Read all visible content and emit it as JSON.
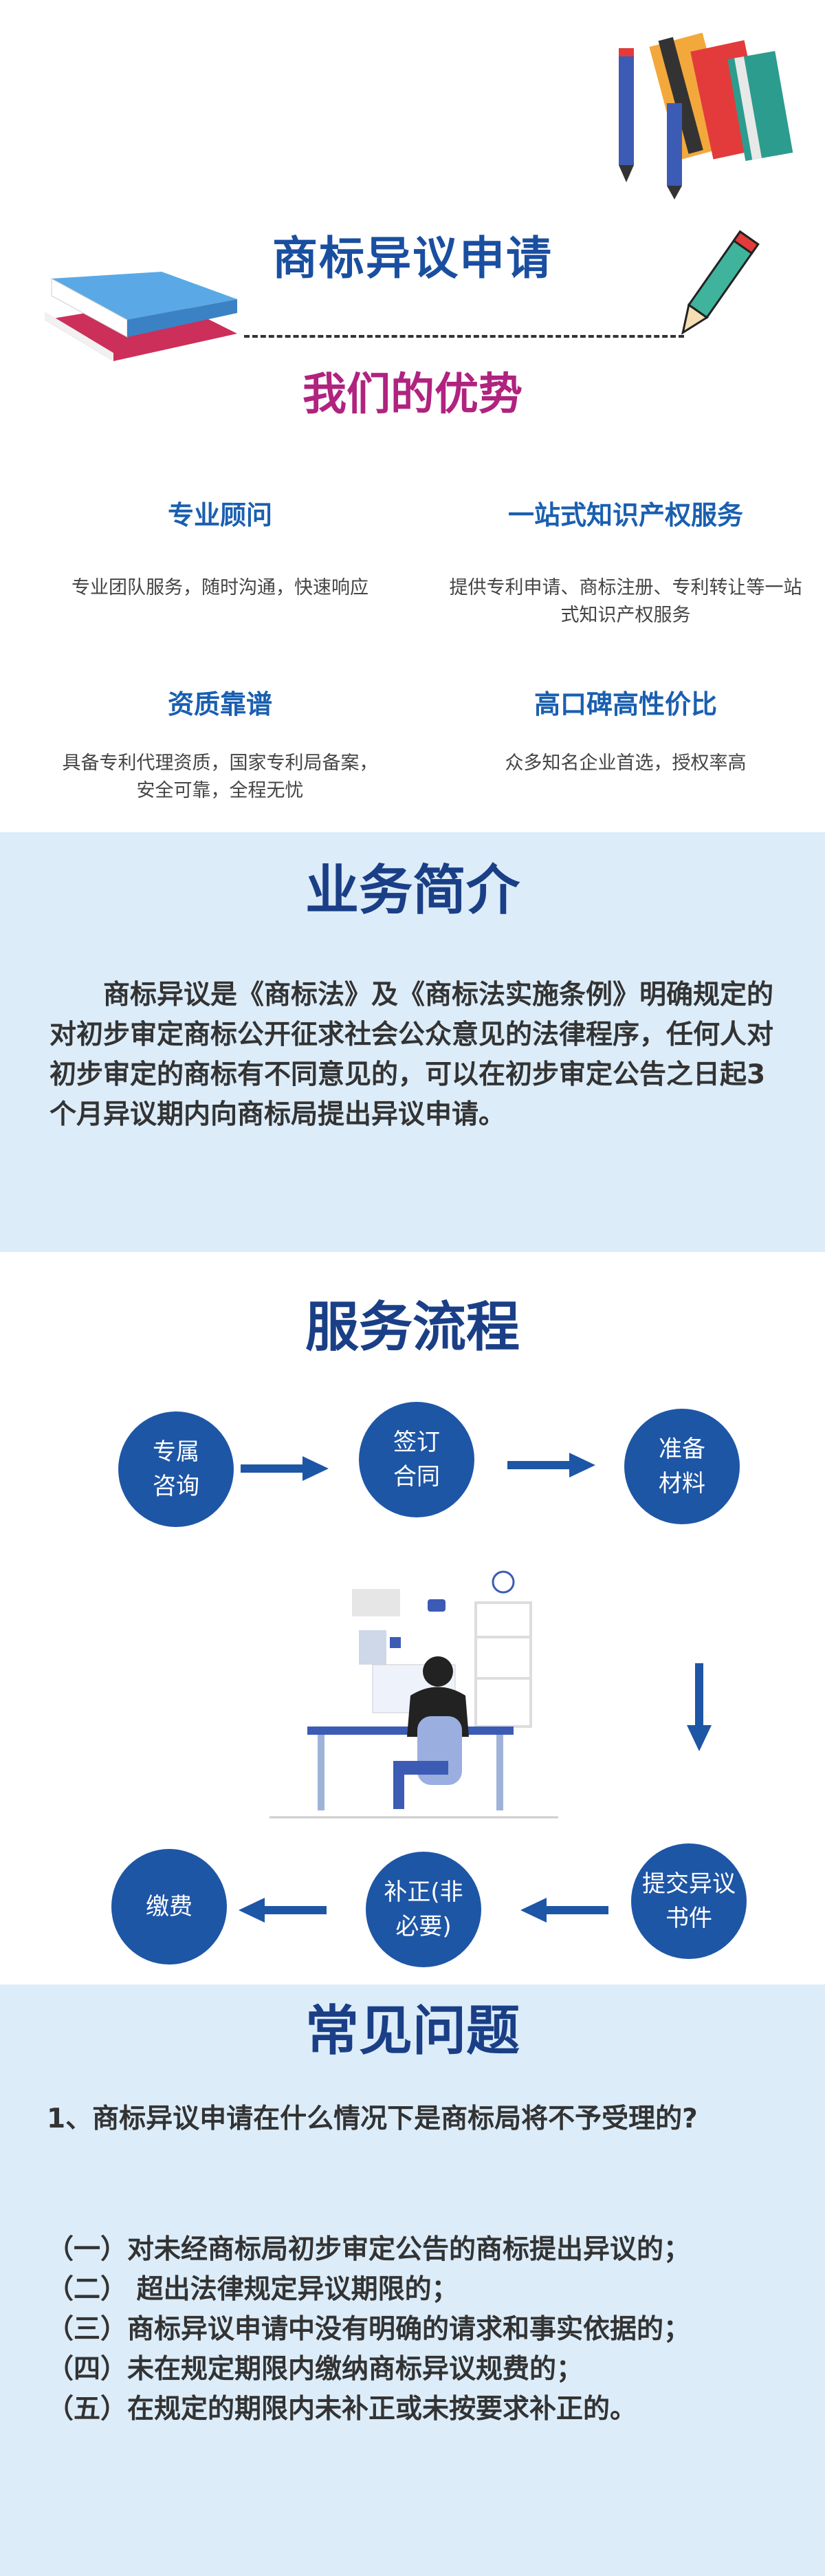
{
  "header": {
    "title": "商标异议申请"
  },
  "advantages": {
    "title": "我们的优势",
    "items": [
      {
        "title": "专业顾问",
        "desc": "专业团队服务，随时沟通，快速响应"
      },
      {
        "title": "一站式知识产权服务",
        "desc": "提供专利申请、商标注册、专利转让等一站式知识产权服务"
      },
      {
        "title": "资质靠谱",
        "desc": "具备专利代理资质，国家专利局备案，安全可靠，全程无忧"
      },
      {
        "title": "高口碑高性价比",
        "desc": "众多知名企业首选，授权率高"
      }
    ]
  },
  "intro": {
    "title": "业务简介",
    "text": "商标异议是《商标法》及《商标法实施条例》明确规定的对初步审定商标公开征求社会公众意见的法律程序，任何人对初步审定的商标有不同意见的，可以在初步审定公告之日起3个月异议期内向商标局提出异议申请。"
  },
  "process": {
    "title": "服务流程",
    "steps": [
      "专属咨询",
      "签订合同",
      "准备材料",
      "提交异议书件",
      "补正(非必要)",
      "缴费"
    ]
  },
  "faq": {
    "title": "常见问题",
    "question": "1、商标异议申请在什么情况下是商标局将不予受理的?",
    "answers": [
      "（一）对未经商标局初步审定公告的商标提出异议的；",
      "（二） 超出法律规定异议期限的；",
      "（三）商标异议申请中没有明确的请求和事实依据的；",
      "（四）未在规定期限内缴纳商标异议规费的；",
      "（五）在规定的期限内未补正或未按要求补正的。"
    ]
  },
  "colors": {
    "primary": "#1e56a6",
    "title_blue": "#1a3f86",
    "accent_magenta": "#b0237f",
    "panel_bg": "#dcecf9"
  }
}
